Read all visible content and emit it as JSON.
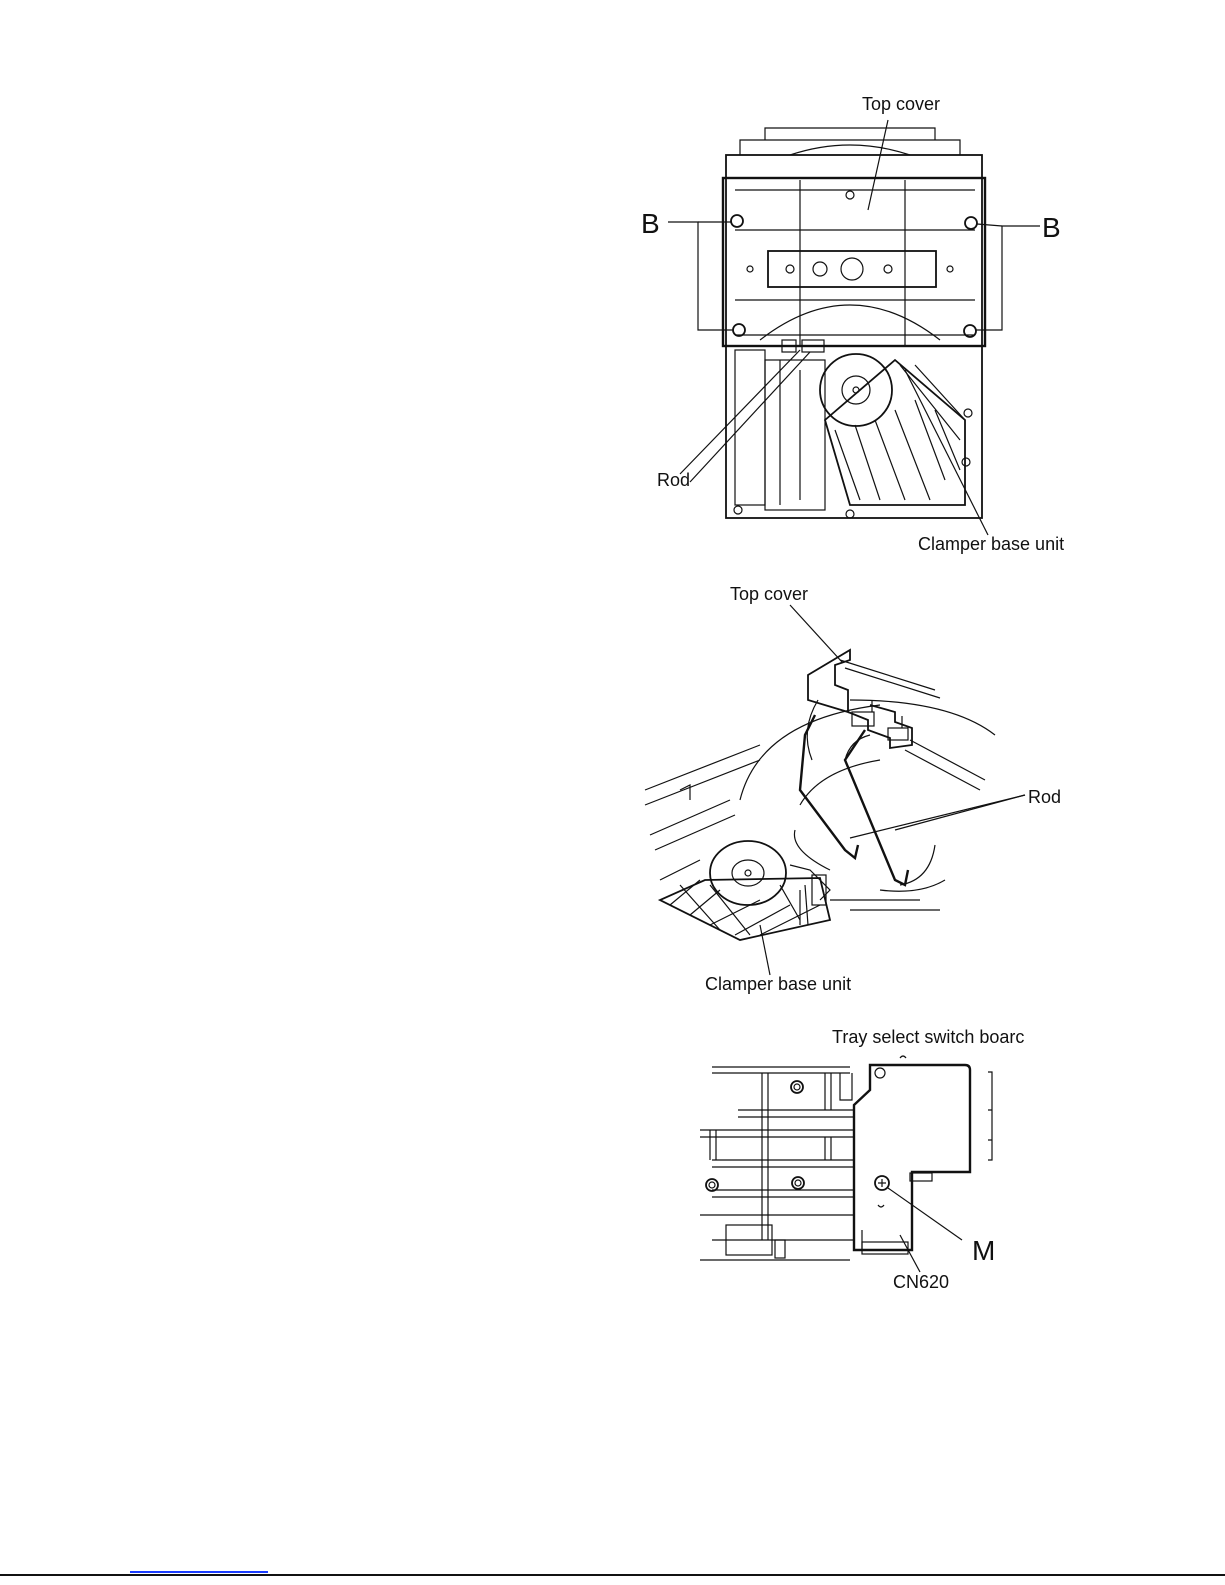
{
  "figure1": {
    "label_top_cover": "Top cover",
    "label_b_left": "B",
    "label_b_right": "B",
    "label_rod": "Rod",
    "label_clamper": "Clamper base unit"
  },
  "figure2": {
    "label_top_cover": "Top cover",
    "label_rod": "Rod",
    "label_clamper": "Clamper base unit"
  },
  "figure3": {
    "label_tray_board": "Tray select switch boarc",
    "label_m": "M",
    "label_cn620": "CN620"
  }
}
